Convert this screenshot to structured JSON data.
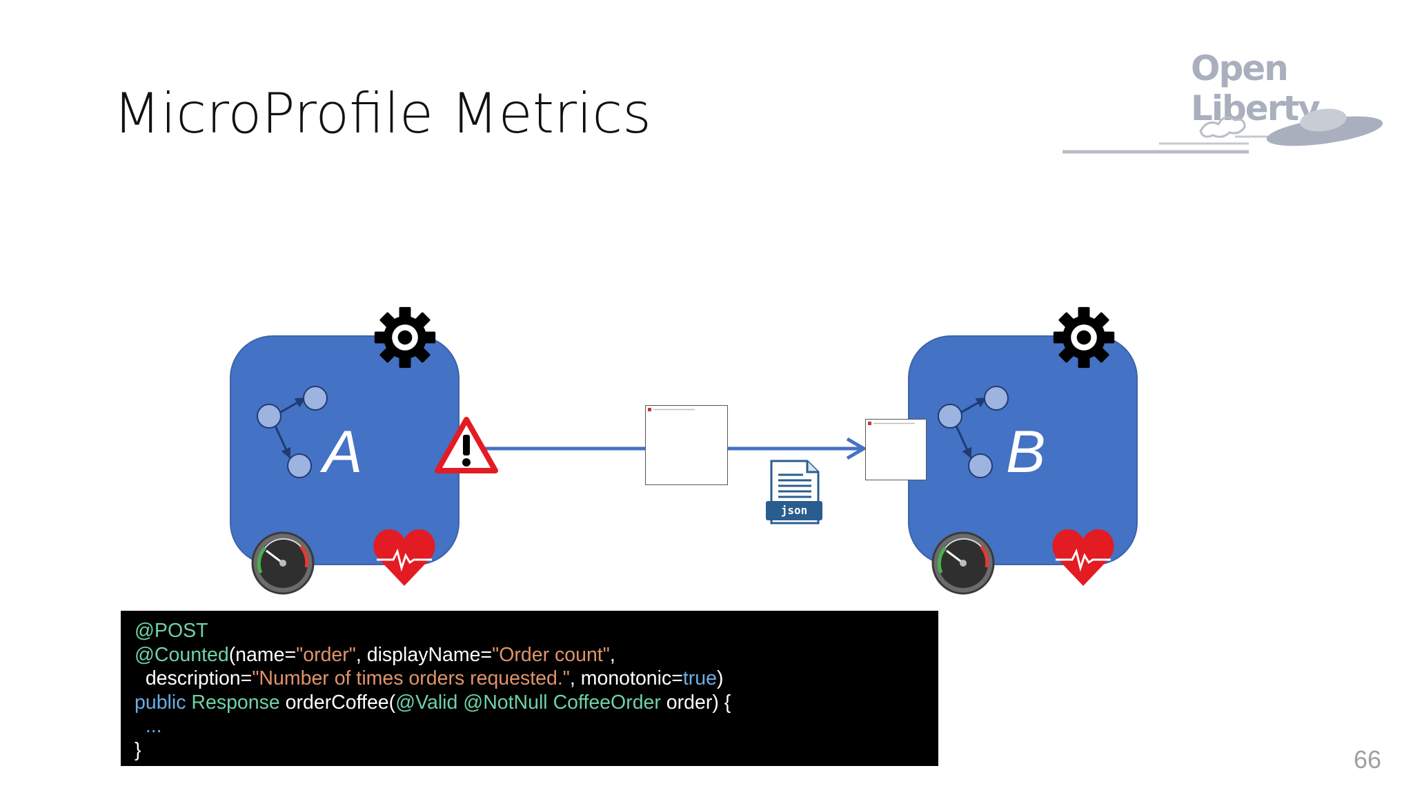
{
  "title": "MicroProfile Metrics",
  "logo": {
    "text": "Open Liberty"
  },
  "page_number": "66",
  "services": [
    {
      "letter": "A",
      "icons": [
        "gear-icon",
        "graph-nodes-icon",
        "gauge-icon",
        "heart-icon",
        "warning-icon"
      ]
    },
    {
      "letter": "B",
      "icons": [
        "gear-icon",
        "graph-nodes-icon",
        "gauge-icon",
        "heart-icon"
      ]
    }
  ],
  "json_icon": {
    "label": "json"
  },
  "colors": {
    "service_fill": "#4472c4",
    "arrow": "#4472c4",
    "code_bg": "#000000",
    "annotation": "#6ed3a7",
    "string": "#e0946b",
    "keyword": "#6aaee6"
  },
  "code": {
    "l1_annotation": "@POST",
    "l2_annotation": "@Counted",
    "l2_p1": "(name=",
    "l2_s1": "\"order\"",
    "l2_p2": ", displayName=",
    "l2_s2": "\"Order count\"",
    "l2_p3": ",",
    "l3_p1": "  description=",
    "l3_s1": "\"Number of times orders requested.\"",
    "l3_p2": ", monotonic=",
    "l3_kw": "true",
    "l3_p3": ")",
    "l4_kw": "public ",
    "l4_type": "Response",
    "l4_p1": " orderCoffee(",
    "l4_a1": "@Valid",
    "l4_sp": " ",
    "l4_a2": "@NotNull",
    "l4_sp2": " ",
    "l4_type2": "CoffeeOrder",
    "l4_p2": " order) {",
    "l5_ellipsis": "  ...",
    "l6_brace": "}"
  }
}
